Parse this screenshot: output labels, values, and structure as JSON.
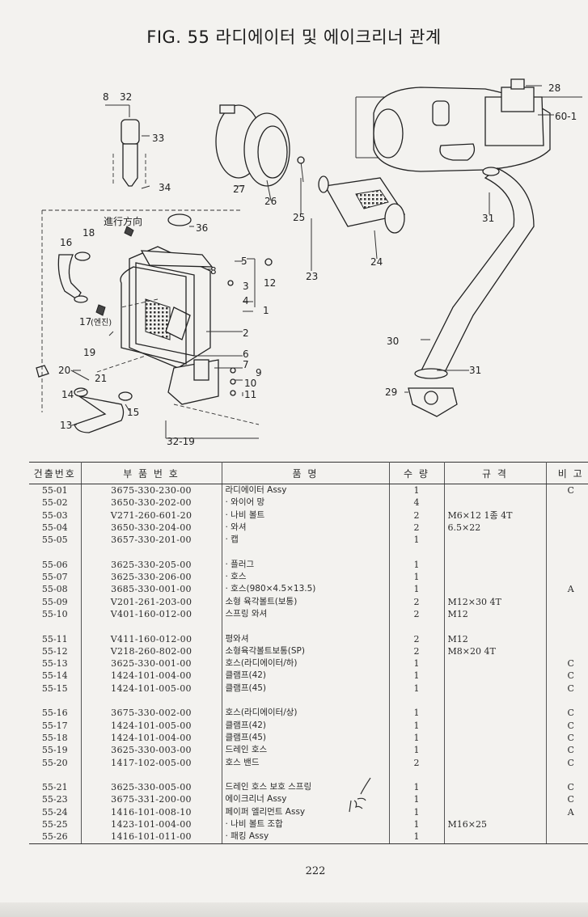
{
  "title": "FIG. 55 라디에이터 및 에이크리너 관계",
  "diagram": {
    "labels": {
      "l8": "8",
      "l32": "32",
      "l33": "33",
      "l34": "34",
      "l36": "36",
      "l27": "27",
      "l26": "26",
      "l25": "25",
      "l24": "24",
      "l23": "23",
      "l28": "28",
      "l60": "60-1",
      "l31a": "31",
      "l31b": "31",
      "l30": "30",
      "l29": "29",
      "l16": "16",
      "l18": "18",
      "l17": "17",
      "l17note": "(엔진)",
      "l19": "19",
      "l20": "20",
      "l21": "21",
      "l14": "14",
      "l15": "15",
      "l13": "13",
      "l32_19": "32-19",
      "l5": "5",
      "l8b": "8",
      "l12": "12",
      "l3": "3",
      "l4": "4",
      "l1": "1",
      "l2": "2",
      "l6": "6",
      "l7": "7",
      "l9": "9",
      "l10": "10",
      "l11": "11",
      "direction": "進行方向"
    }
  },
  "table": {
    "headers": [
      "건출번호",
      "부 품 번 호",
      "품 명",
      "수 량",
      "규 격",
      "비 고"
    ],
    "rows": [
      {
        "no": "55-01",
        "pn": "3675-330-230-00",
        "name": "라디에이터 Assy",
        "qty": "1",
        "spec": "",
        "rem": "C"
      },
      {
        "no": "55-02",
        "pn": "3650-330-202-00",
        "name": "· 와이어 망",
        "qty": "4",
        "spec": "",
        "rem": ""
      },
      {
        "no": "55-03",
        "pn": "V271-260-601-20",
        "name": "· 나비 볼트",
        "qty": "2",
        "spec": "M6×12 1종 4T",
        "rem": ""
      },
      {
        "no": "55-04",
        "pn": "3650-330-204-00",
        "name": "· 와셔",
        "qty": "2",
        "spec": "6.5×22",
        "rem": ""
      },
      {
        "no": "55-05",
        "pn": "3657-330-201-00",
        "name": "· 캡",
        "qty": "1",
        "spec": "",
        "rem": ""
      },
      {
        "gap": true
      },
      {
        "no": "55-06",
        "pn": "3625-330-205-00",
        "name": "· 플러그",
        "qty": "1",
        "spec": "",
        "rem": ""
      },
      {
        "no": "55-07",
        "pn": "3625-330-206-00",
        "name": "· 호스",
        "qty": "1",
        "spec": "",
        "rem": ""
      },
      {
        "no": "55-08",
        "pn": "3685-330-001-00",
        "name": "· 호스(980×4.5×13.5)",
        "qty": "1",
        "spec": "",
        "rem": "A"
      },
      {
        "no": "55-09",
        "pn": "V201-261-203-00",
        "name": "소형 육각볼트(보통)",
        "qty": "2",
        "spec": "M12×30 4T",
        "rem": ""
      },
      {
        "no": "55-10",
        "pn": "V401-160-012-00",
        "name": "스프링 와셔",
        "qty": "2",
        "spec": "M12",
        "rem": ""
      },
      {
        "gap": true
      },
      {
        "no": "55-11",
        "pn": "V411-160-012-00",
        "name": "평와셔",
        "qty": "2",
        "spec": "M12",
        "rem": ""
      },
      {
        "no": "55-12",
        "pn": "V218-260-802-00",
        "name": "소형육각볼트보통(SP)",
        "qty": "2",
        "spec": "M8×20 4T",
        "rem": ""
      },
      {
        "no": "55-13",
        "pn": "3625-330-001-00",
        "name": "호스(라디에이터/하)",
        "qty": "1",
        "spec": "",
        "rem": "C"
      },
      {
        "no": "55-14",
        "pn": "1424-101-004-00",
        "name": "클램프(42)",
        "qty": "1",
        "spec": "",
        "rem": "C"
      },
      {
        "no": "55-15",
        "pn": "1424-101-005-00",
        "name": "클램프(45)",
        "qty": "1",
        "spec": "",
        "rem": "C"
      },
      {
        "gap": true
      },
      {
        "no": "55-16",
        "pn": "3675-330-002-00",
        "name": "호스(라디에이터/상)",
        "qty": "1",
        "spec": "",
        "rem": "C"
      },
      {
        "no": "55-17",
        "pn": "1424-101-005-00",
        "name": "클램프(42)",
        "qty": "1",
        "spec": "",
        "rem": "C"
      },
      {
        "no": "55-18",
        "pn": "1424-101-004-00",
        "name": "클램프(45)",
        "qty": "1",
        "spec": "",
        "rem": "C"
      },
      {
        "no": "55-19",
        "pn": "3625-330-003-00",
        "name": "드레인 호스",
        "qty": "1",
        "spec": "",
        "rem": "C"
      },
      {
        "no": "55-20",
        "pn": "1417-102-005-00",
        "name": "호스 밴드",
        "qty": "2",
        "spec": "",
        "rem": "C"
      },
      {
        "gap": true
      },
      {
        "no": "55-21",
        "pn": "3625-330-005-00",
        "name": "드레인 호스 보호 스프링",
        "qty": "1",
        "spec": "",
        "rem": "C"
      },
      {
        "no": "55-23",
        "pn": "3675-331-200-00",
        "name": "에이크리너 Assy",
        "qty": "1",
        "spec": "",
        "rem": "C"
      },
      {
        "no": "55-24",
        "pn": "1416-101-008-10",
        "name": "페이퍼 엘리먼트 Assy",
        "qty": "1",
        "spec": "",
        "rem": "A"
      },
      {
        "no": "55-25",
        "pn": "1423-101-004-00",
        "name": "· 나비 볼트 조합",
        "qty": "1",
        "spec": "M16×25",
        "rem": ""
      },
      {
        "no": "55-26",
        "pn": "1416-101-011-00",
        "name": "· 패킹 Assy",
        "qty": "1",
        "spec": "",
        "rem": ""
      }
    ]
  },
  "page_number": "222"
}
